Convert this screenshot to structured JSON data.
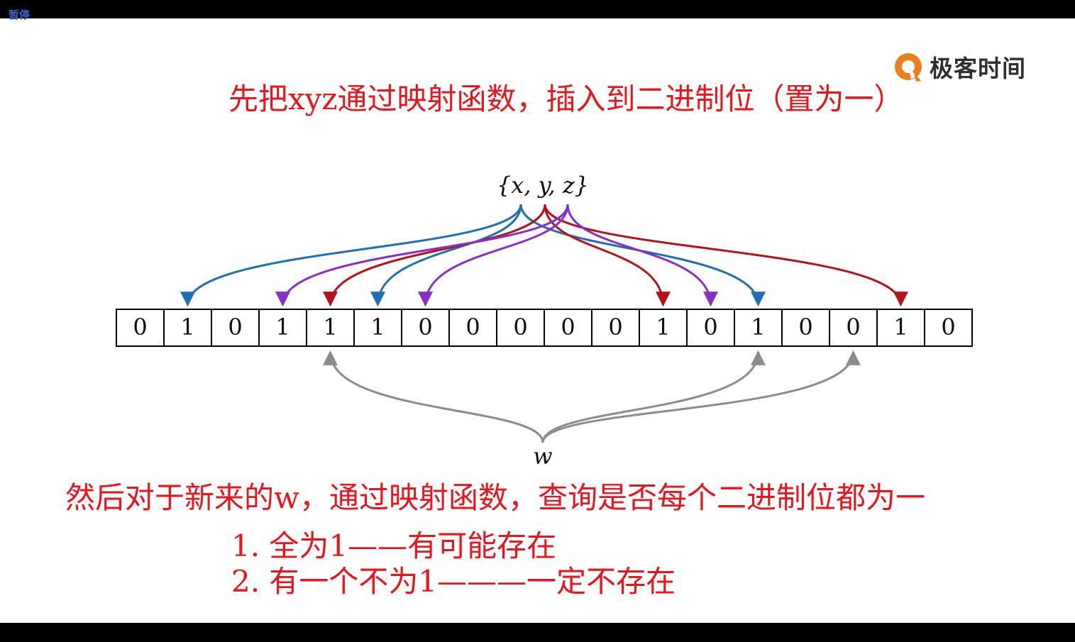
{
  "player": {
    "pause_label": "暂停"
  },
  "logo": {
    "text": "极客时间",
    "mark_icon": "geektime-logo-icon"
  },
  "slide": {
    "title": "先把xyz通过映射函数，插入到二进制位（置为一）",
    "description": "然后对于新来的w，通过映射函数，查询是否每个二进制位都为一",
    "items": [
      "1.  全为1——有可能存在",
      "2.  有一个不为1———一定不存在"
    ]
  },
  "diagram": {
    "set_label": "{x, y, z}",
    "query_label": "w",
    "bits": [
      "0",
      "1",
      "0",
      "1",
      "1",
      "1",
      "0",
      "0",
      "0",
      "0",
      "0",
      "1",
      "0",
      "1",
      "0",
      "0",
      "1",
      "0"
    ],
    "colors": {
      "x": "#1f6fb5",
      "y": "#b5121b",
      "z": "#8a2fc2",
      "w": "#8c8c8c",
      "text": "#e8161c"
    },
    "mappings": [
      {
        "element": "x",
        "targets": [
          1,
          5,
          13
        ]
      },
      {
        "element": "y",
        "targets": [
          4,
          11,
          16
        ]
      },
      {
        "element": "z",
        "targets": [
          3,
          6,
          12
        ]
      },
      {
        "element": "w",
        "targets": [
          4,
          13,
          15
        ]
      }
    ]
  }
}
